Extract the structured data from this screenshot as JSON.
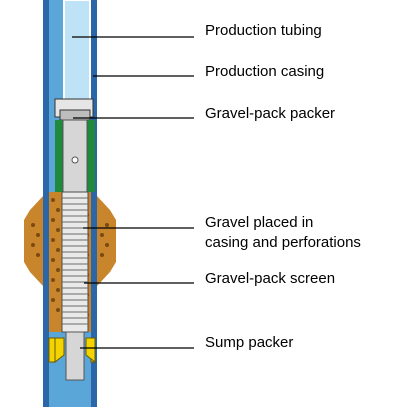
{
  "labels": {
    "production_tubing": "Production tubing",
    "production_casing": "Production casing",
    "gravel_pack_packer": "Gravel-pack packer",
    "gravel_placed_line1": "Gravel placed in",
    "gravel_placed_line2": "casing and perforations",
    "gravel_pack_screen": "Gravel-pack screen",
    "sump_packer": "Sump packer"
  },
  "colors": {
    "casing_blue": "#2a66a8",
    "annulus_blue": "#5aa6d8",
    "bore_blue": "#bfe3f6",
    "green_packer": "#1f8a3c",
    "gravel": "#c9852b",
    "sump_yellow": "#f3d400",
    "pipe_gray": "#d6d6d6",
    "line_black": "#000000"
  }
}
